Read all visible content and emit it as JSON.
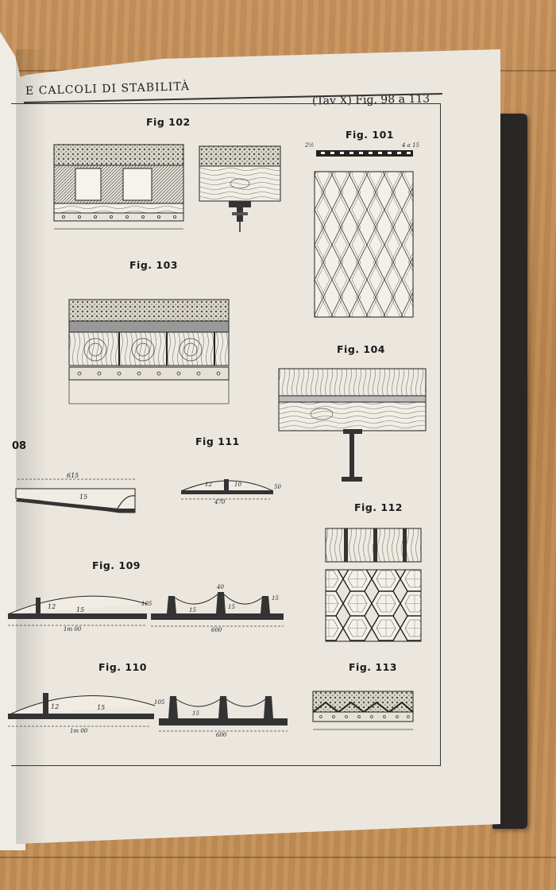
{
  "header": {
    "title": "E CALCOLI DI STABILITÀ",
    "plate_ref": "(Tav X) Fig. 98 a 113"
  },
  "figures": {
    "fig102": "Fig 102",
    "fig101": "Fig. 101",
    "fig103": "Fig. 103",
    "fig104": "Fig. 104",
    "fig108": "08",
    "fig111": "Fig 111",
    "fig112": "Fig. 112",
    "fig109": "Fig. 109",
    "fig110": "Fig. 110",
    "fig113": "Fig. 113"
  },
  "dimensions": {
    "fig101_left": "2½",
    "fig101_right": "4 a 15",
    "fig108_top": "615",
    "fig108_mid": "15",
    "fig111_a": "12",
    "fig111_b": "10",
    "fig111_c": "50",
    "fig111_d": "470",
    "fig109_a": "12",
    "fig109_b": "15",
    "fig109_c": "105",
    "fig109_d": "1m 00",
    "fig109_e": "40",
    "fig109_f": "15",
    "fig109_g": "15",
    "fig109_h": "15",
    "fig109_i": "600",
    "fig110_a": "12",
    "fig110_b": "15",
    "fig110_c": "105",
    "fig110_d": "1m 00",
    "fig110_e": "15",
    "fig110_f": "600"
  },
  "colors": {
    "ink": "#1f1f1f",
    "paper": "#ebe7df",
    "wood_table": "#c08d56",
    "cover": "#2a2624"
  }
}
